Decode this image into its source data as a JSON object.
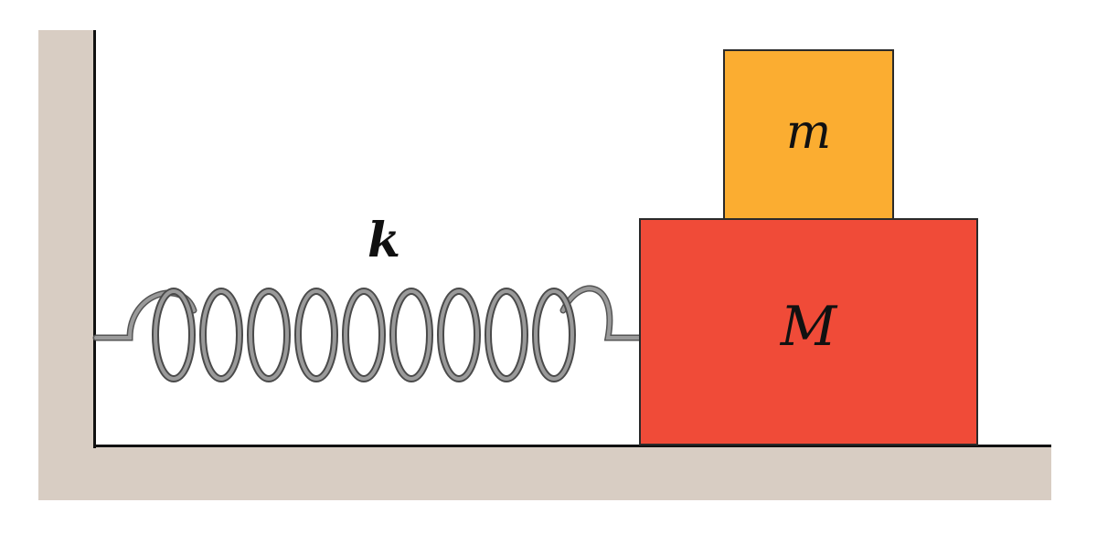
{
  "diagram": {
    "spring_label": "k",
    "lower_block_label": "M",
    "upper_block_label": "m",
    "colors": {
      "wall": "#d8cdc3",
      "lower_block": "#f04b38",
      "upper_block": "#fbad31",
      "spring": "#9a9a9a"
    },
    "spring_coils": 9
  }
}
